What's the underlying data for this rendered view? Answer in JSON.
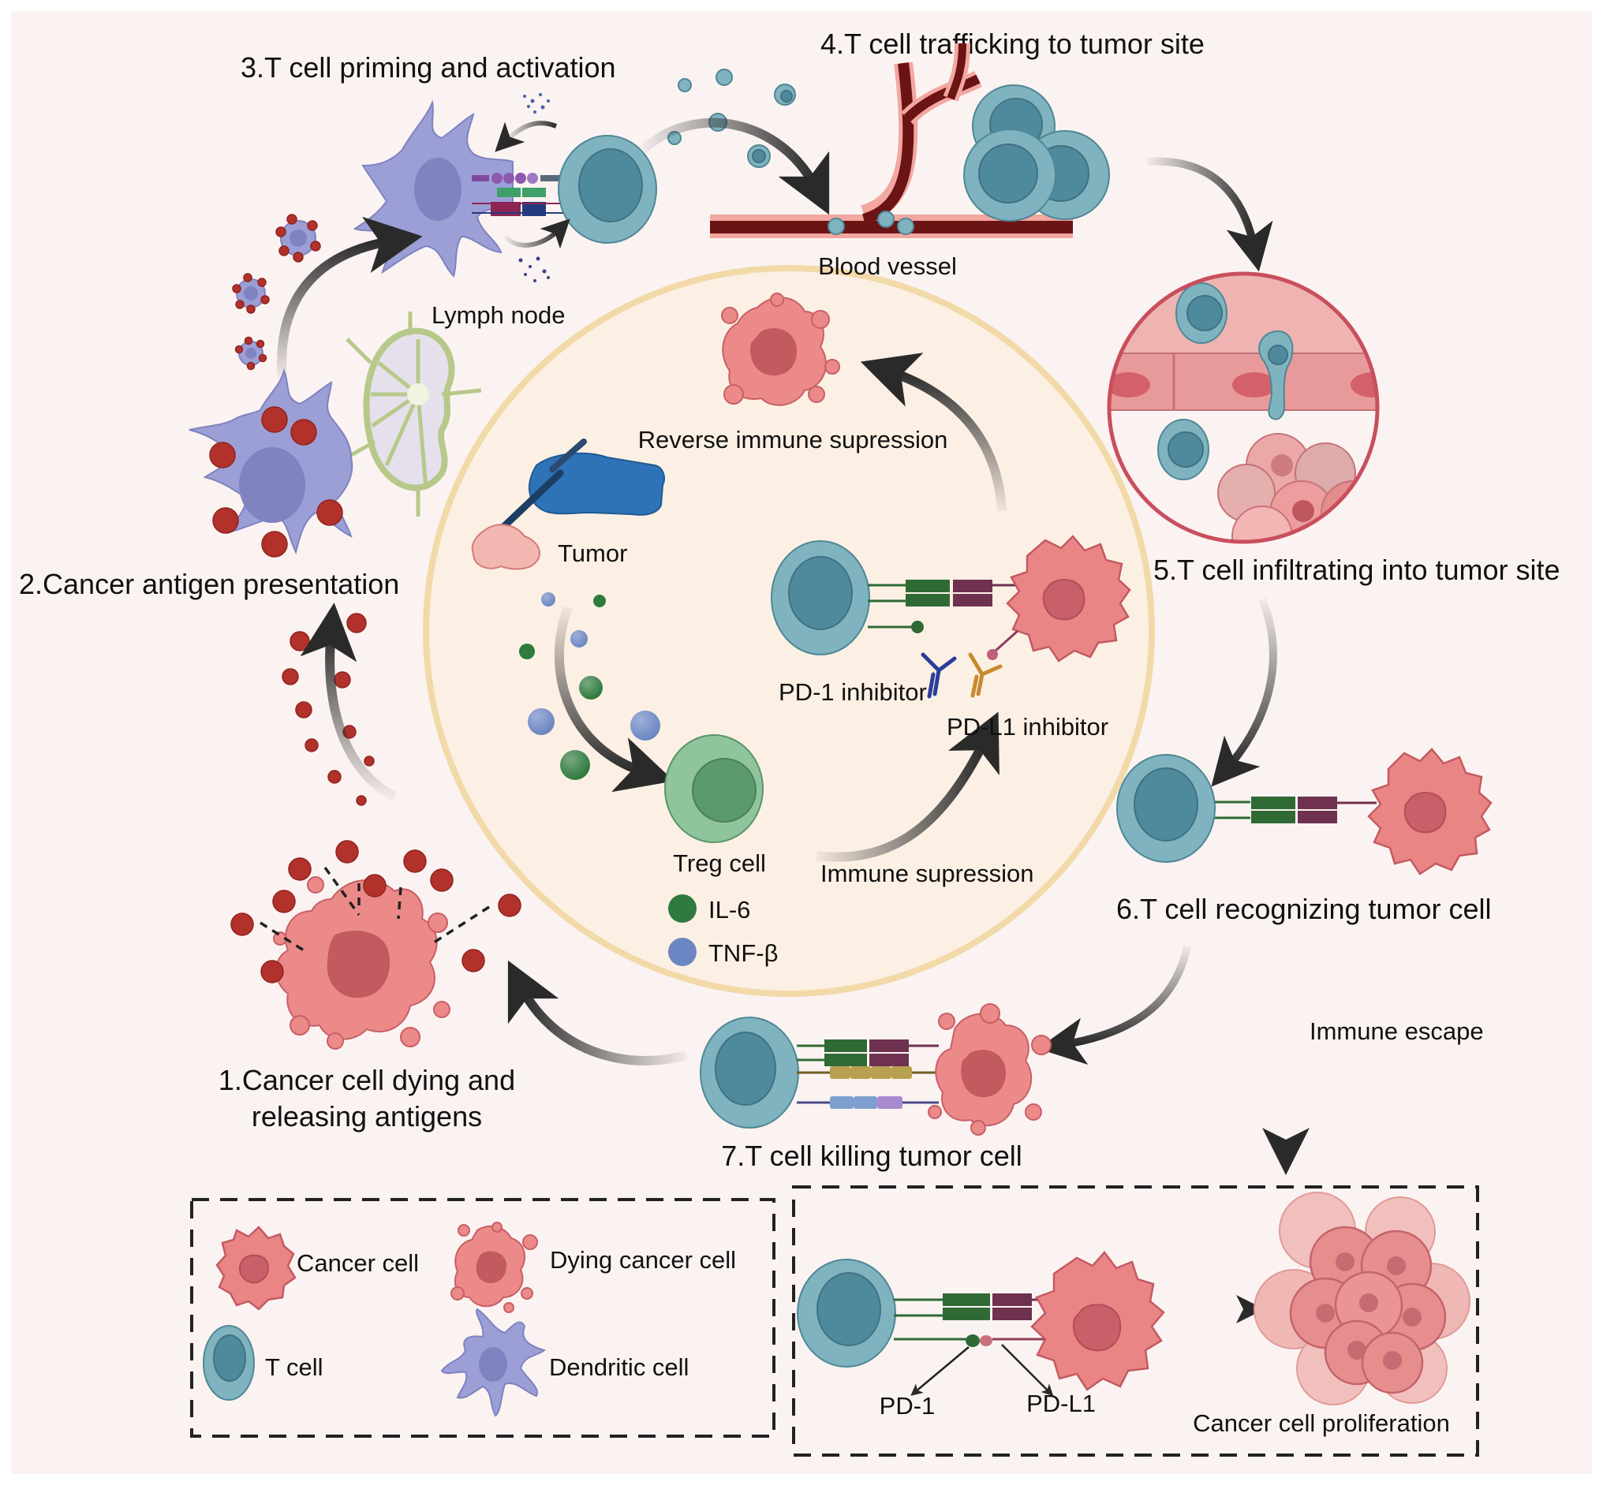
{
  "figure": {
    "title": "Cancer-immunity cycle and immune checkpoint inhibition",
    "colors": {
      "background": "#fbf3f1",
      "inner_circle_fill": "#fcf0e4",
      "inner_circle_stroke": "#f2d9a8",
      "t_cell": "#7fb3bf",
      "t_cell_nucleus": "#4f8a9c",
      "cancer_cell": "#e98585",
      "dendritic_cell": "#9c9fd6",
      "antigen": "#b3312b",
      "treg_cell": "#8fc49c",
      "il6": "#2f7a3e",
      "tnf_beta": "#6b86c2",
      "pd1_inhibitor": "#2a3d9a",
      "pd_l1_inhibitor": "#c98a2f",
      "blood_vessel": "#6b1414",
      "arrow": "#333333"
    }
  },
  "steps": [
    {
      "id": 1,
      "label_line1": "1.Cancer cell dying and",
      "label_line2": "releasing antigens"
    },
    {
      "id": 2,
      "label": "2.Cancer antigen presentation"
    },
    {
      "id": 3,
      "label": "3.T cell priming and activation"
    },
    {
      "id": 4,
      "label": "4.T cell trafficking to tumor site"
    },
    {
      "id": 5,
      "label": "5.T cell infiltrating into tumor site"
    },
    {
      "id": 6,
      "label": "6.T cell recognizing tumor cell"
    },
    {
      "id": 7,
      "label": "7.T cell killing tumor cell"
    }
  ],
  "labels": {
    "lymph_node": "Lymph node",
    "blood_vessel": "Blood vessel",
    "immune_escape": "Immune escape"
  },
  "center": {
    "reverse_immune_suppression": "Reverse immune supression",
    "tumor": "Tumor",
    "pd1_inhibitor": "PD-1 inhibitor",
    "pd_l1_inhibitor": "PD-L1 inhibitor",
    "treg_cell": "Treg cell",
    "immune_suppression": "Immune supression",
    "cytokine_legend": [
      {
        "name": "IL-6",
        "color": "#2f7a3e"
      },
      {
        "name": "TNF-β",
        "color": "#6b86c2"
      }
    ]
  },
  "legend": {
    "items": [
      {
        "name": "Cancer cell"
      },
      {
        "name": "Dying cancer cell"
      },
      {
        "name": "T cell"
      },
      {
        "name": "Dendritic cell"
      }
    ]
  },
  "escape_panel": {
    "pd1": "PD-1",
    "pd_l1": "PD-L1",
    "proliferation": "Cancer cell proliferation"
  }
}
